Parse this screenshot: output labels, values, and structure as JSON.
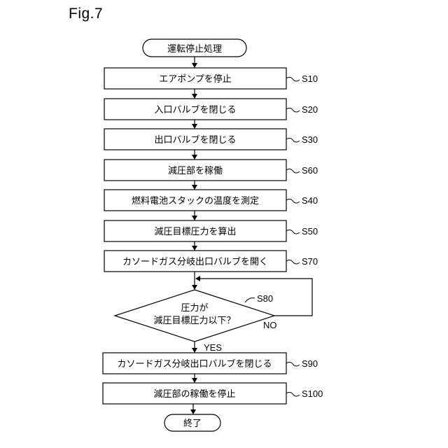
{
  "figure_label": "Fig.7",
  "start": "運転停止処理",
  "steps": [
    {
      "text": "エアポンプを停止",
      "label": "S10"
    },
    {
      "text": "入口バルブを閉じる",
      "label": "S20"
    },
    {
      "text": "出口バルブを閉じる",
      "label": "S30"
    },
    {
      "text": "減圧部を稼働",
      "label": "S60"
    },
    {
      "text": "燃料電池スタックの温度を測定",
      "label": "S40"
    },
    {
      "text": "減圧目標圧力を算出",
      "label": "S50"
    },
    {
      "text": "カソードガス分岐出口バルブを開く",
      "label": "S70"
    }
  ],
  "decision": {
    "line1": "圧力が",
    "line2": "減圧目標圧力以下？",
    "label": "S80",
    "no": "NO",
    "yes": "YES"
  },
  "after_steps": [
    {
      "text": "カソードガス分岐出口バルブを閉じる",
      "label": "S90"
    },
    {
      "text": "減圧部の稼働を停止",
      "label": "S100"
    }
  ],
  "end": "終了"
}
